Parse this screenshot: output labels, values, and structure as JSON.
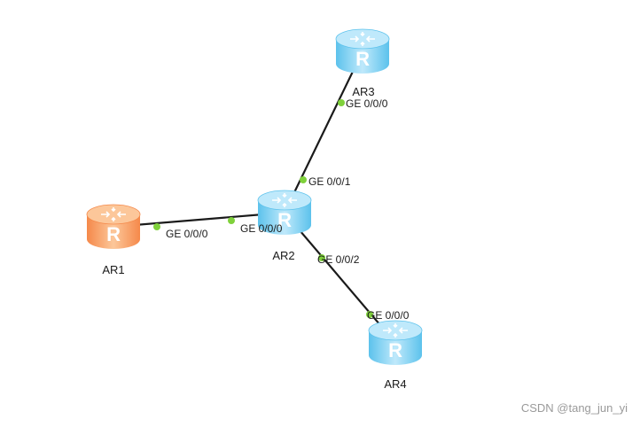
{
  "topology": {
    "routers": [
      {
        "id": "AR1",
        "label": "AR1",
        "color": "orange",
        "glyph": "R"
      },
      {
        "id": "AR2",
        "label": "AR2",
        "color": "blue",
        "glyph": "R"
      },
      {
        "id": "AR3",
        "label": "AR3",
        "color": "blue",
        "glyph": "R"
      },
      {
        "id": "AR4",
        "label": "AR4",
        "color": "blue",
        "glyph": "R"
      }
    ],
    "links": [
      {
        "a": "AR1",
        "b": "AR2",
        "a_port": "GE 0/0/0",
        "b_port": "GE 0/0/0"
      },
      {
        "a": "AR2",
        "b": "AR3",
        "a_port": "GE 0/0/1",
        "b_port": "GE 0/0/0"
      },
      {
        "a": "AR2",
        "b": "AR4",
        "a_port": "GE 0/0/2",
        "b_port": "GE 0/0/0"
      }
    ]
  },
  "colors": {
    "link": "#1a1a1a",
    "port_dot": "#7fd13b",
    "blue_top": "#bfe9fb",
    "blue_side": "#5cc2ec",
    "orange_top": "#fcc79a",
    "orange_side": "#f5894a",
    "text": "#1a1a1a"
  },
  "watermark": "CSDN @tang_jun_yi"
}
